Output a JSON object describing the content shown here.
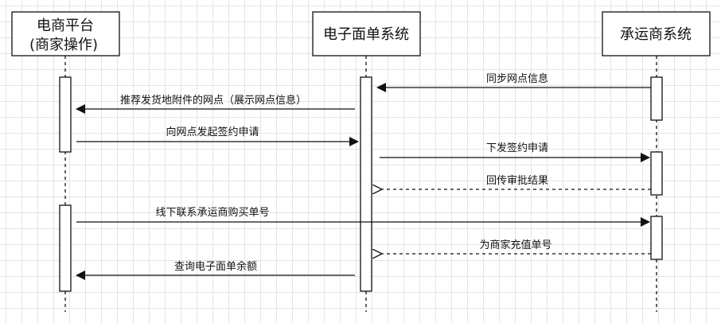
{
  "diagram": {
    "type": "sequence",
    "participants": [
      {
        "id": "platform",
        "lines": [
          "电商平台",
          "(商家操作)"
        ]
      },
      {
        "id": "waybill",
        "lines": [
          "电子面单系统"
        ]
      },
      {
        "id": "carrier",
        "lines": [
          "承运商系统"
        ]
      }
    ],
    "messages": [
      {
        "from": "carrier",
        "to": "waybill",
        "label": "同步网点信息",
        "style": "solid"
      },
      {
        "from": "waybill",
        "to": "platform",
        "label": "推荐发货地附件的网点（展示网点信息）",
        "style": "solid"
      },
      {
        "from": "platform",
        "to": "waybill",
        "label": "向网点发起签约申请",
        "style": "solid"
      },
      {
        "from": "waybill",
        "to": "carrier",
        "label": "下发签约申请",
        "style": "solid"
      },
      {
        "from": "carrier",
        "to": "waybill",
        "label": "回传审批结果",
        "style": "dashed"
      },
      {
        "from": "platform",
        "to": "carrier",
        "label": "线下联系承运商购买单号",
        "style": "solid"
      },
      {
        "from": "carrier",
        "to": "waybill",
        "label": "为商家充值单号",
        "style": "dashed"
      },
      {
        "from": "waybill",
        "to": "platform",
        "label": "查询电子面单余额",
        "style": "solid"
      }
    ],
    "colors": {
      "line": "#111111",
      "box_fill": "#ffffff",
      "grid": "#e4e4e4"
    }
  }
}
